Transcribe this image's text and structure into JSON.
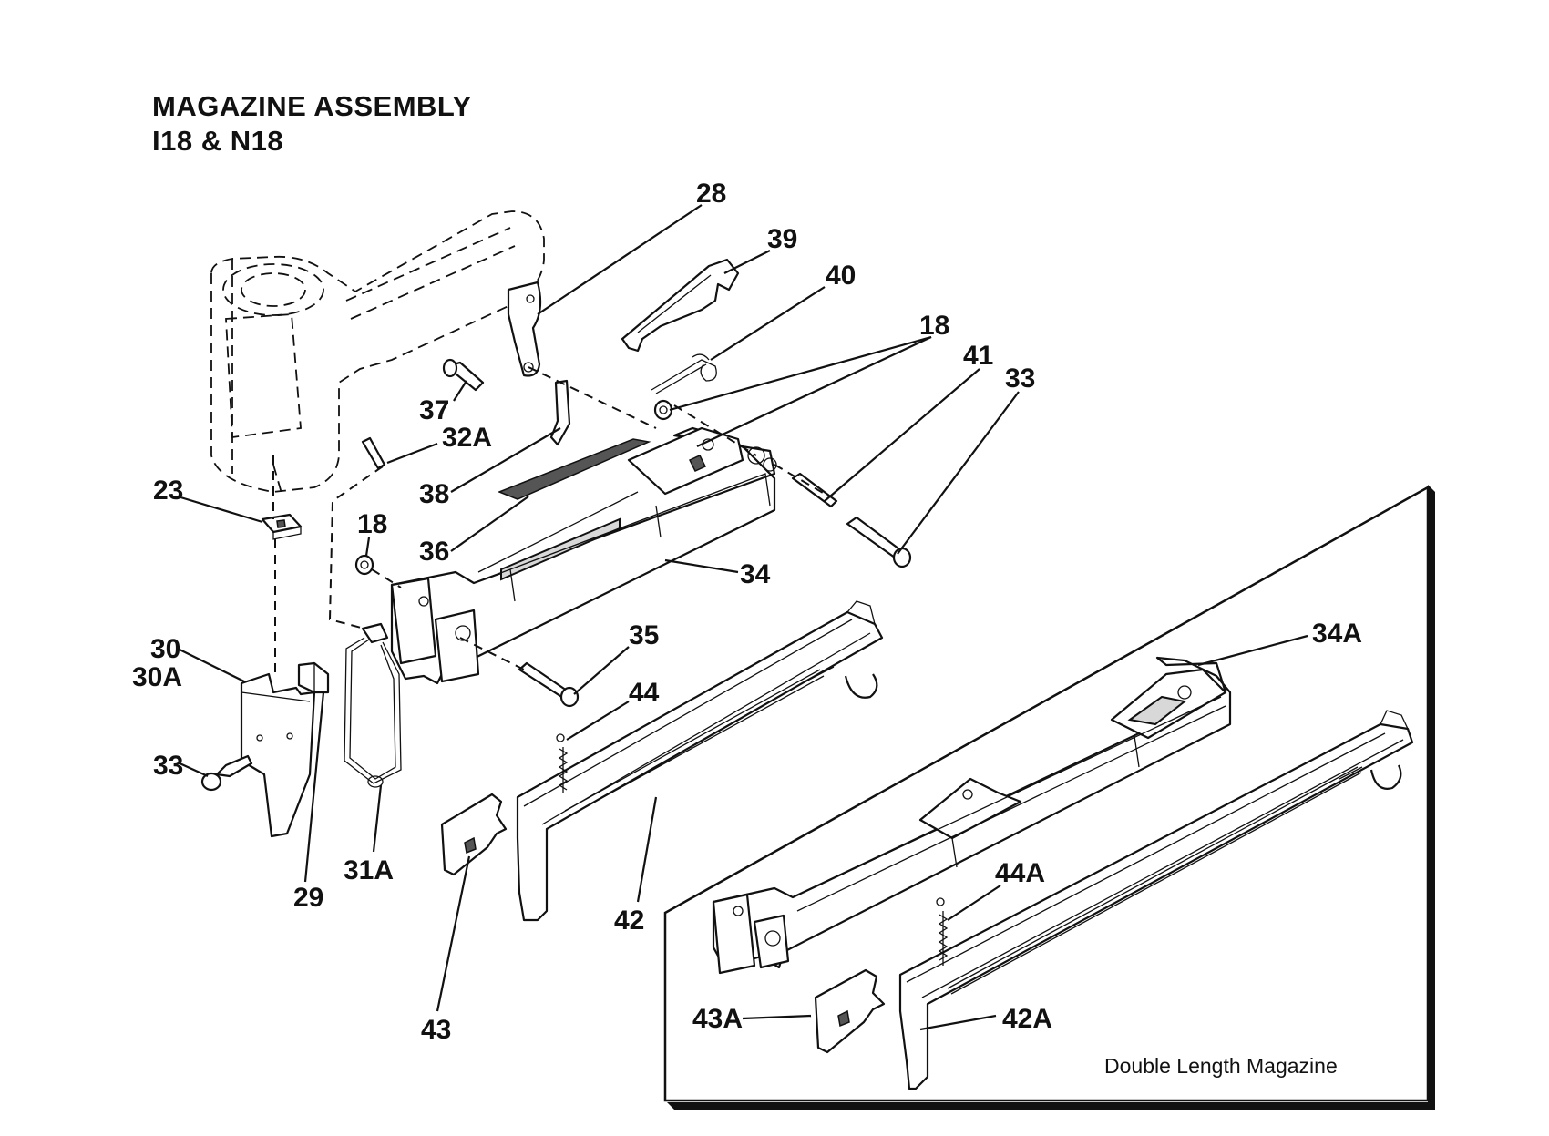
{
  "title": {
    "line1": "MAGAZINE ASSEMBLY",
    "line2": "I18 & N18"
  },
  "inset_caption": "Double Length Magazine",
  "callouts": {
    "c28": "28",
    "c39": "39",
    "c40": "40",
    "c18a": "18",
    "c41": "41",
    "c33a": "33",
    "c37": "37",
    "c32A": "32A",
    "c23": "23",
    "c38": "38",
    "c18b": "18",
    "c36": "36",
    "c34": "34",
    "c30": "30",
    "c30A": "30A",
    "c35": "35",
    "c44": "44",
    "c33b": "33",
    "c31A": "31A",
    "c29": "29",
    "c42": "42",
    "c43": "43",
    "c34A": "34A",
    "c44A": "44A",
    "c43A": "43A",
    "c42A": "42A"
  }
}
